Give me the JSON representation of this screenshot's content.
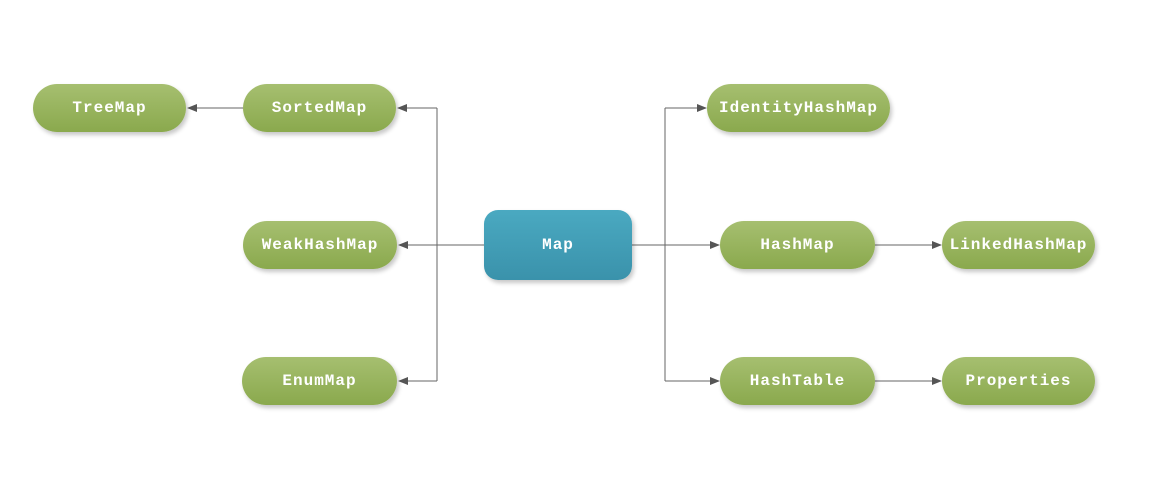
{
  "diagram": {
    "type": "hierarchy",
    "root": "map",
    "nodes": {
      "map": {
        "label": "Map"
      },
      "treemap": {
        "label": "TreeMap"
      },
      "sortedmap": {
        "label": "SortedMap"
      },
      "weakhashmap": {
        "label": "WeakHashMap"
      },
      "enummap": {
        "label": "EnumMap"
      },
      "identityhashmap": {
        "label": "IdentityHashMap"
      },
      "hashmap": {
        "label": "HashMap"
      },
      "linkedhashmap": {
        "label": "LinkedHashMap"
      },
      "hashtable": {
        "label": "HashTable"
      },
      "properties": {
        "label": "Properties"
      }
    },
    "edges": [
      {
        "from": "Map",
        "to": "SortedMap"
      },
      {
        "from": "SortedMap",
        "to": "TreeMap"
      },
      {
        "from": "Map",
        "to": "WeakHashMap"
      },
      {
        "from": "Map",
        "to": "EnumMap"
      },
      {
        "from": "Map",
        "to": "IdentityHashMap"
      },
      {
        "from": "Map",
        "to": "HashMap"
      },
      {
        "from": "HashMap",
        "to": "LinkedHashMap"
      },
      {
        "from": "Map",
        "to": "HashTable"
      },
      {
        "from": "HashTable",
        "to": "Properties"
      }
    ],
    "colors": {
      "child_node_top": "#a6bf70",
      "child_node_bottom": "#8aa94d",
      "root_node_top": "#4aa9c1",
      "root_node_bottom": "#3a92ab",
      "connector_line": "#666666",
      "arrowhead": "#555555",
      "node_text": "#ffffff",
      "background": "#ffffff"
    }
  }
}
